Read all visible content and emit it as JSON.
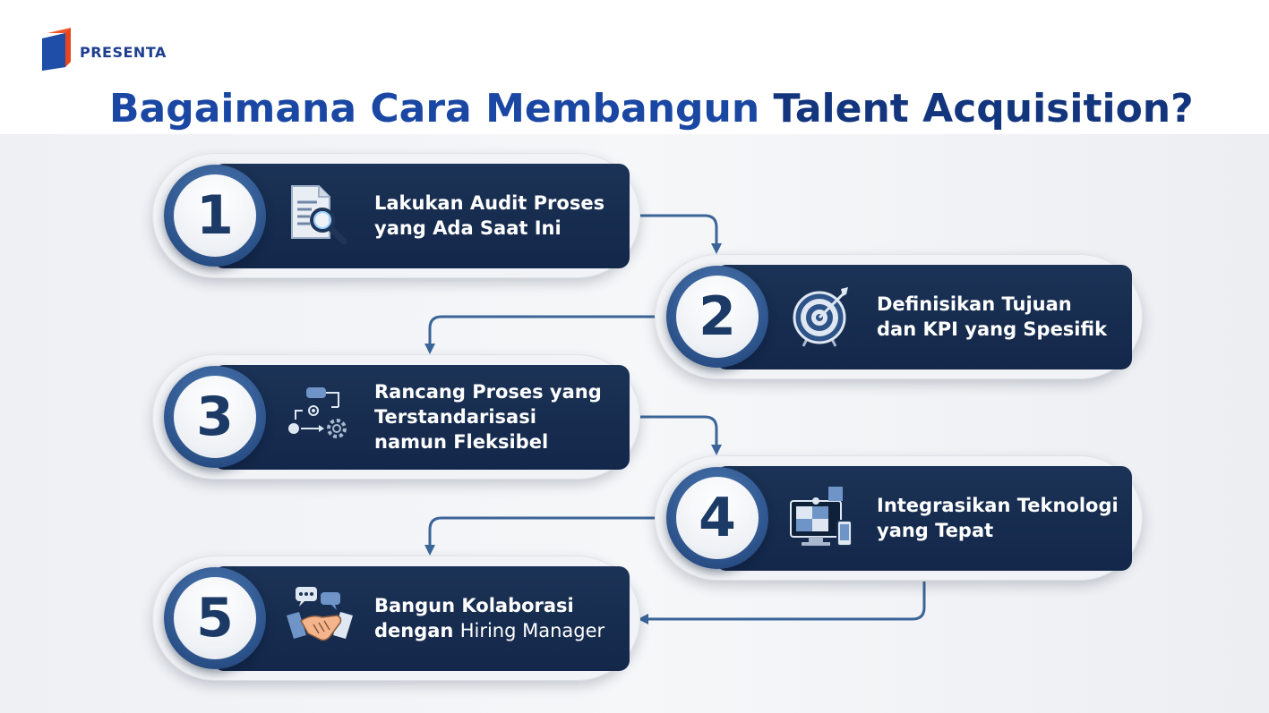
{
  "brand": {
    "name": "PRESENTA"
  },
  "title": {
    "prefix": "Bagaimana Cara Membangun ",
    "emphasis": "Talent Acquisition?"
  },
  "steps": [
    {
      "number": "1",
      "label": "Lakukan Audit Proses\nyang Ada Saat Ini",
      "icon": "document-search-icon"
    },
    {
      "number": "2",
      "label": "Definisikan Tujuan\ndan KPI yang Spesifik",
      "icon": "target-icon"
    },
    {
      "number": "3",
      "label": "Rancang Proses yang\nTerstandarisasi\nnamun Fleksibel",
      "icon": "process-flow-icon"
    },
    {
      "number": "4",
      "label": "Integrasikan Teknologi\nyang Tepat",
      "icon": "puzzle-devices-icon"
    },
    {
      "number": "5",
      "label_bold": "Bangun Kolaborasi\ndengan ",
      "label_plain": "Hiring Manager",
      "icon": "handshake-icon"
    }
  ],
  "colors": {
    "title_blue": "#1a47a3",
    "card_navy": "#13274a",
    "badge_blue": "#2b5189",
    "connector": "#3b6598"
  }
}
